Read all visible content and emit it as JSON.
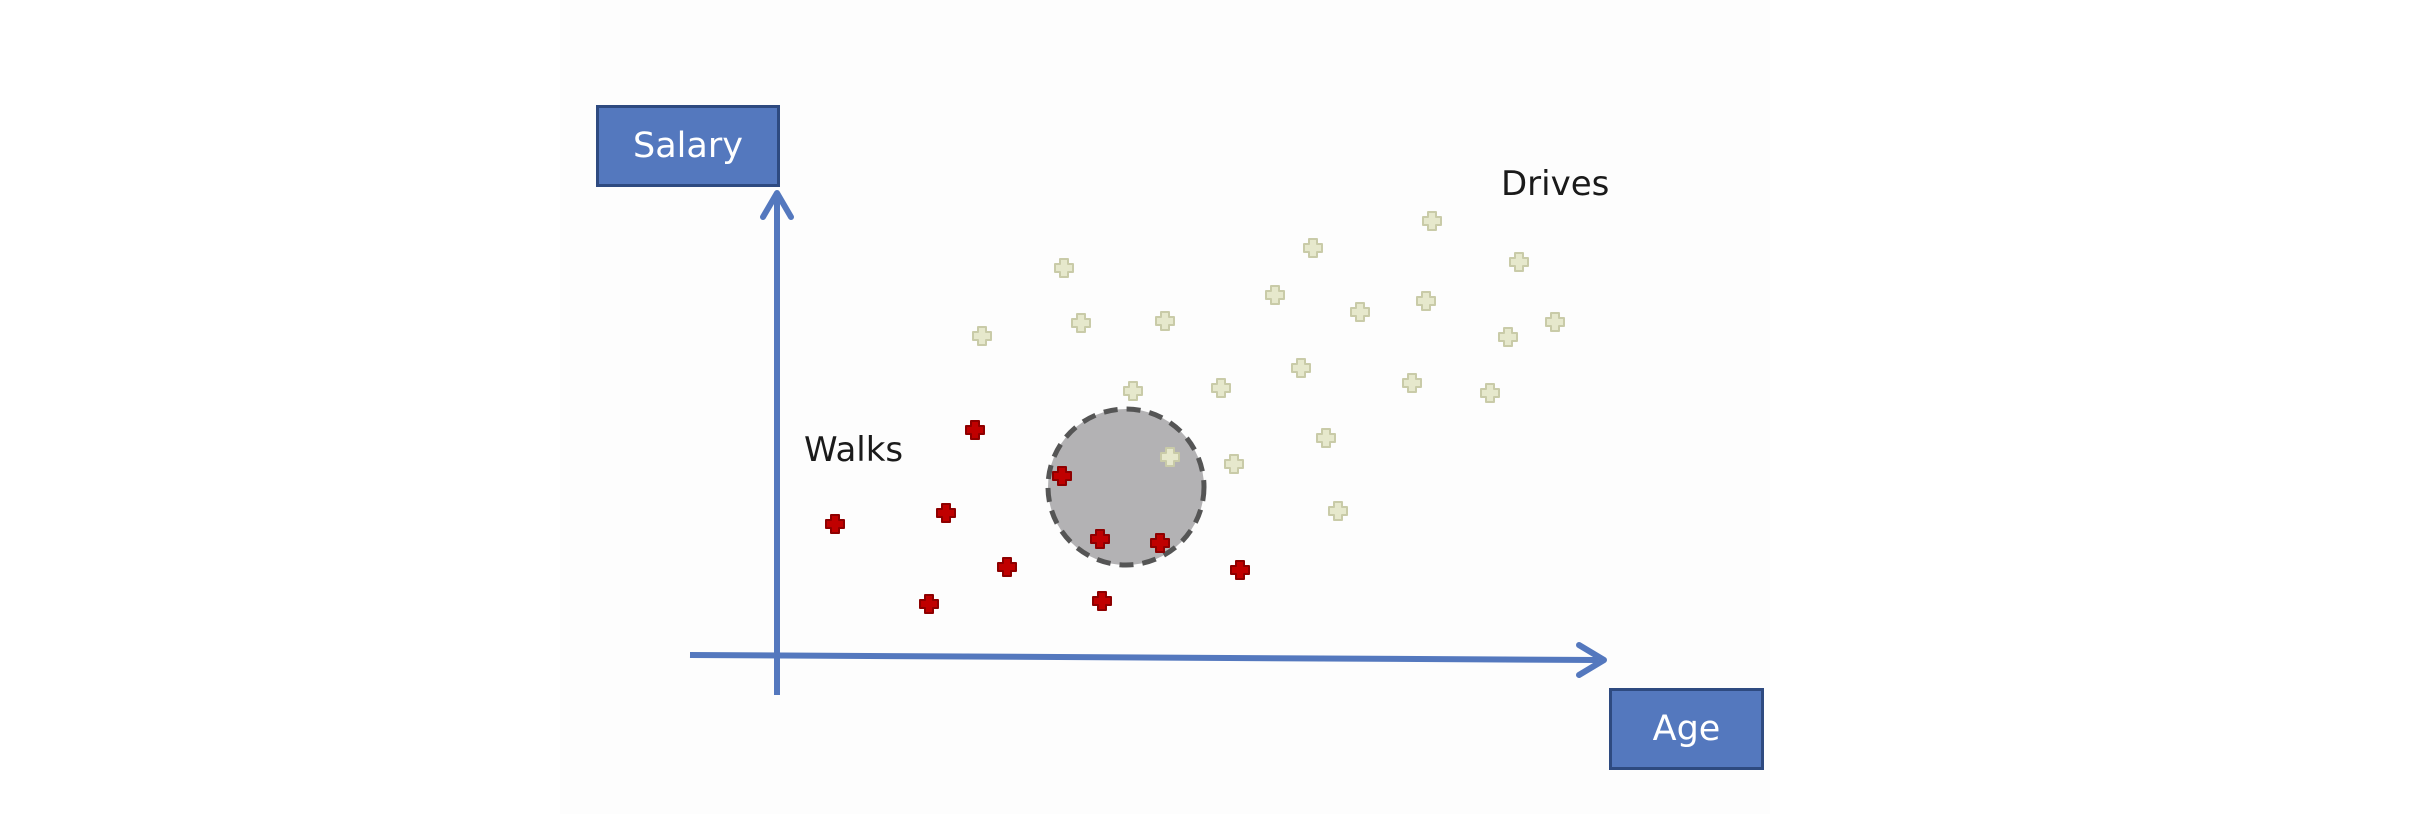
{
  "axes": {
    "y_label": "Salary",
    "x_label": "Age"
  },
  "groups": {
    "drives_label": "Drives",
    "walks_label": "Walks"
  },
  "colors": {
    "axis": "#5478be",
    "label_box": "#5478be",
    "label_box_border": "#2e4a80",
    "walks_marker": "#c00000",
    "drives_marker": "#e6e8cc",
    "neighborhood_fill": "#b3b2b4",
    "neighborhood_border": "#555555"
  },
  "points": {
    "drives": [
      {
        "age": 1432,
        "salary": 221
      },
      {
        "age": 1313,
        "salary": 248
      },
      {
        "age": 1519,
        "salary": 262
      },
      {
        "age": 1064,
        "salary": 268
      },
      {
        "age": 1275,
        "salary": 295
      },
      {
        "age": 1360,
        "salary": 312
      },
      {
        "age": 1426,
        "salary": 301
      },
      {
        "age": 982,
        "salary": 336
      },
      {
        "age": 1081,
        "salary": 323
      },
      {
        "age": 1165,
        "salary": 321
      },
      {
        "age": 1508,
        "salary": 337
      },
      {
        "age": 1555,
        "salary": 322
      },
      {
        "age": 1301,
        "salary": 368
      },
      {
        "age": 1412,
        "salary": 383
      },
      {
        "age": 1133,
        "salary": 391
      },
      {
        "age": 1221,
        "salary": 388
      },
      {
        "age": 1490,
        "salary": 393
      },
      {
        "age": 1326,
        "salary": 438
      },
      {
        "age": 1234,
        "salary": 464
      },
      {
        "age": 1170,
        "salary": 457
      },
      {
        "age": 1338,
        "salary": 511
      }
    ],
    "walks": [
      {
        "age": 975,
        "salary": 430
      },
      {
        "age": 1062,
        "salary": 476
      },
      {
        "age": 946,
        "salary": 513
      },
      {
        "age": 835,
        "salary": 524
      },
      {
        "age": 1100,
        "salary": 539
      },
      {
        "age": 1160,
        "salary": 543
      },
      {
        "age": 1007,
        "salary": 567
      },
      {
        "age": 1240,
        "salary": 570
      },
      {
        "age": 929,
        "salary": 604
      },
      {
        "age": 1102,
        "salary": 601
      }
    ]
  },
  "neighborhood": {
    "age": 1126,
    "salary": 487
  }
}
